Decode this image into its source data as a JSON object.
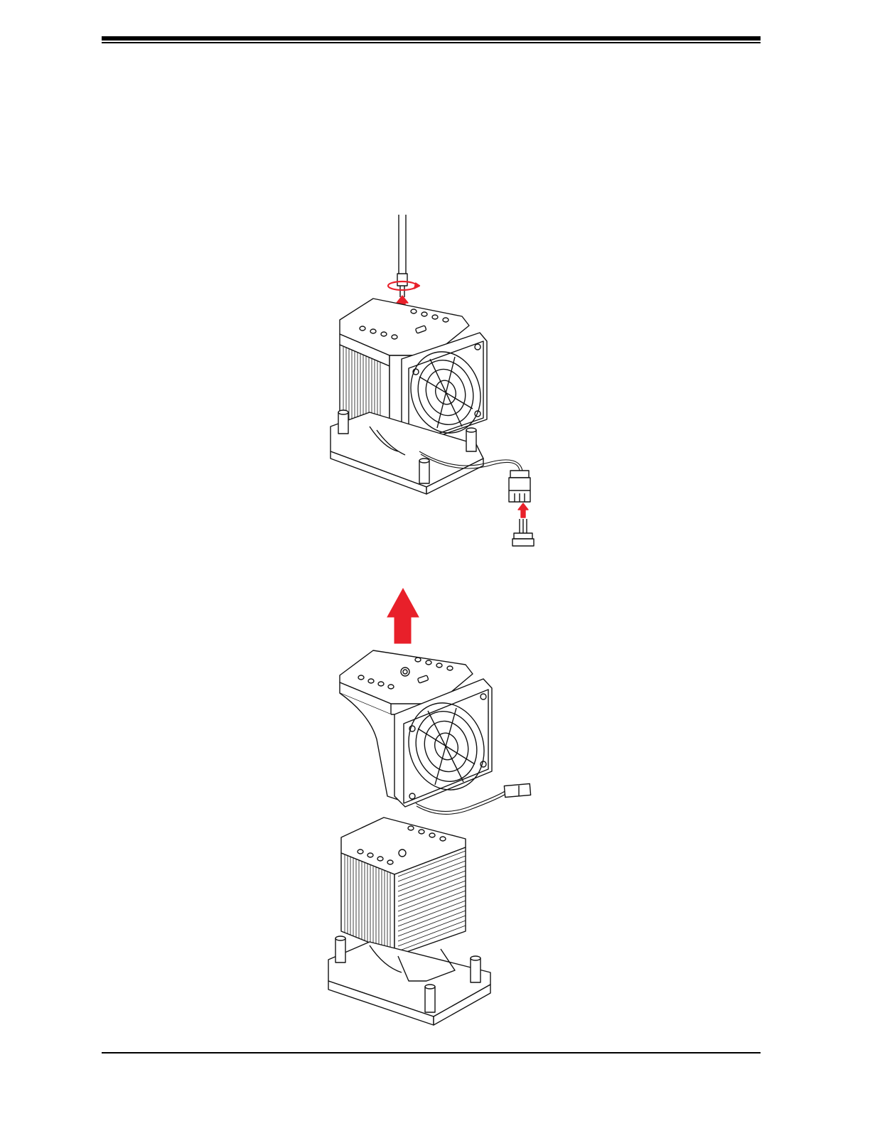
{
  "page": {
    "header_rule": "double",
    "footer_rule": "single"
  },
  "figures": [
    {
      "id": "remove-screw-and-fan-cable",
      "accent_color": "#e8202a"
    },
    {
      "id": "lift-fan-assembly-off-heatsink",
      "accent_color": "#e8202a"
    }
  ],
  "colors": {
    "line": "#111111",
    "fill": "#ffffff",
    "shade": "#e9e9e9",
    "accent": "#e8202a"
  }
}
